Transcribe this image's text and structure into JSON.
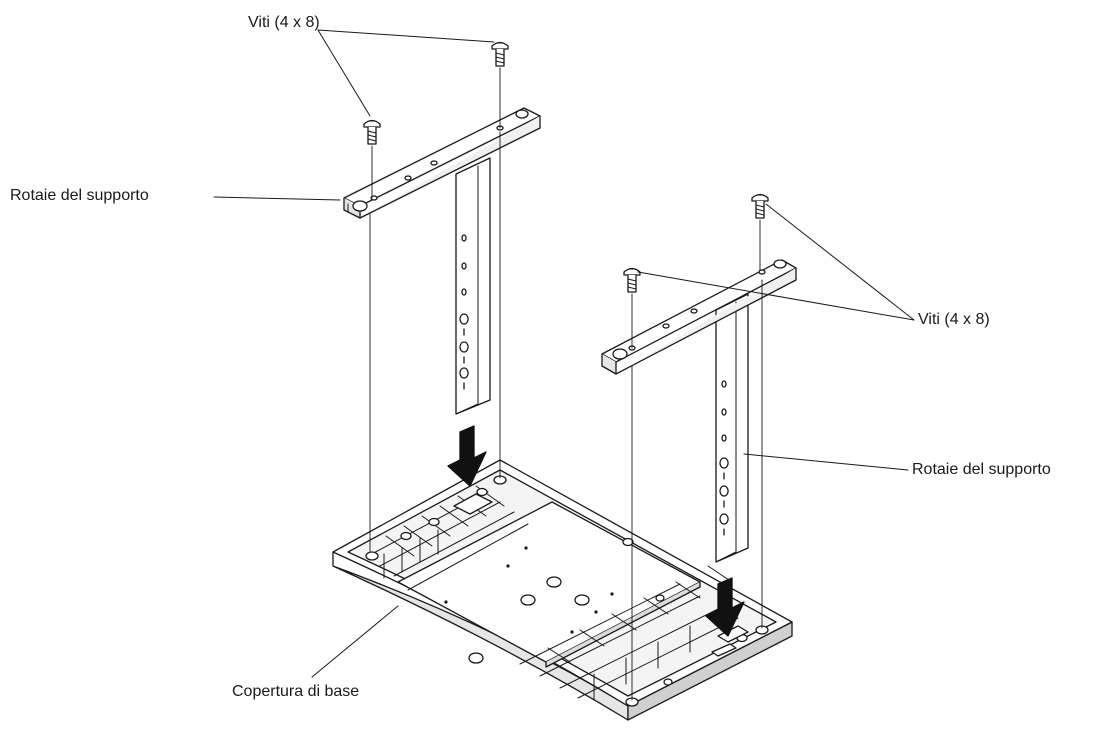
{
  "labels": {
    "screws_top": "Viti (4 x 8)",
    "screws_right": "Viti (4 x 8)",
    "rails_left": "Rotaie del supporto",
    "rails_right": "Rotaie del supporto",
    "base_cover": "Copertura di base"
  },
  "colors": {
    "line": "#1a1a1a",
    "part_fill": "#ffffff",
    "shade": "#d9d9d9",
    "arrow": "#111111"
  },
  "icons": [
    "screw-icon",
    "down-arrow-icon"
  ]
}
